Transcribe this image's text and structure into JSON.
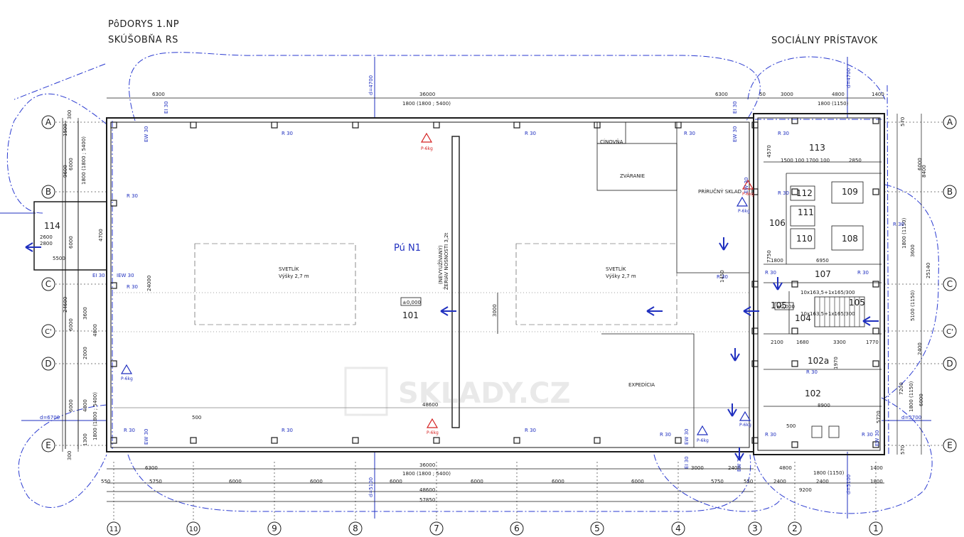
{
  "title": {
    "line1": "PôDORYS 1.NP",
    "line2": "SKÚŠOBŇA RS"
  },
  "annex_title": "SOCIÁLNY PRÍSTAVOK",
  "watermark": "SKLADY.CZ",
  "colors": {
    "line": "#1a1a1a",
    "accent": "#1f2fbf",
    "alarm": "#d42020",
    "dash": "#2a3ad0"
  },
  "axes_rows": [
    "A",
    "B",
    "C",
    "C'",
    "D",
    "E"
  ],
  "axes_cols": [
    "11",
    "10",
    "9",
    "8",
    "7",
    "6",
    "5",
    "4",
    "3",
    "2",
    "1"
  ],
  "rooms": {
    "hall": "101",
    "hall_level": "±0,000",
    "hall_code": "Pú N1",
    "r102": "102",
    "r102a": "102a",
    "r104": "104",
    "r105": "105",
    "r105b": "105",
    "r106": "106",
    "r107": "107",
    "r108": "108",
    "r109": "109",
    "r110": "110",
    "r111": "111",
    "r112": "112",
    "r113": "113",
    "r114": "114",
    "annex_level": "±0,000"
  },
  "labels": {
    "skylight": "SVETLÍK",
    "skylight_h": "Výšky 2,7 m",
    "cinovna": "CÍNOVŇA",
    "zvaranie": "ZVÁRANIE",
    "sklad": "PRÍRUČNÝ SKLAD",
    "expedicia": "EXPEDÍCIA",
    "crane": "ŽERIAV NOSNOSTI 3,2t",
    "crane2": "(NEVYUŽÍVANÝ)",
    "extinguisher": "P-6kg",
    "fire": "R 30",
    "ew": "EW 30",
    "ei": "EI 30",
    "iew": "IEW 30",
    "d_top": "d=4700",
    "d_top2": "d=4700",
    "d_left": "d=6700",
    "d_right": "d=3700",
    "d_bot": "d=5100",
    "d_bot2": "d=5100",
    "stair": "10x163,5+1x165/300",
    "stair2": "10x163,5+1x165/300"
  },
  "dims": {
    "top_total": "36000",
    "top_grid": "1800 (1800 ; 5400)",
    "top_left": "6300",
    "top_right": "6300",
    "annex_top": [
      "50",
      "3000",
      "4800",
      "1400"
    ],
    "annex_grid": "1800 (1150)",
    "bot_total": "36000",
    "bot_grid": "1800 (1800 ; 5400)",
    "bot_left": "6300",
    "bays": [
      "550",
      "5750",
      "6000",
      "6000",
      "6000",
      "6000",
      "6000",
      "6000",
      "5750",
      "550"
    ],
    "total_48600": "48600",
    "total_57850": "57850",
    "hall_48600": "48600",
    "annex_bot": [
      "3000",
      "2400",
      "4800",
      "1400"
    ],
    "annex_bot2": [
      "2400",
      "2400",
      "1800"
    ],
    "annex_9200": "9200",
    "left_vert": [
      "300",
      "1500",
      "6000",
      "9600",
      "1800 (1800 ; 5400)",
      "6000",
      "4700",
      "24600",
      "6000",
      "3600",
      "4800",
      "2000",
      "6000",
      "4800",
      "1800 (1800 ; 5400)",
      "1300",
      "300"
    ],
    "right_vert": [
      "570",
      "8400",
      "6000",
      "1800 (1150)",
      "3600",
      "25140",
      "5100 (1150)",
      "2400",
      "7200",
      "1800 (1150)",
      "6000",
      "570"
    ],
    "r114": [
      "2600",
      "2800",
      "5500"
    ],
    "hall_3000": "3000",
    "hall_24000": "24000",
    "annex_inner": [
      "4570",
      "1500 100 1700 100",
      "2850",
      "7750",
      "1800",
      "6950",
      "2100",
      "1680",
      "3300",
      "1770",
      "8900",
      "5720",
      "500",
      "1970",
      "1450"
    ]
  }
}
